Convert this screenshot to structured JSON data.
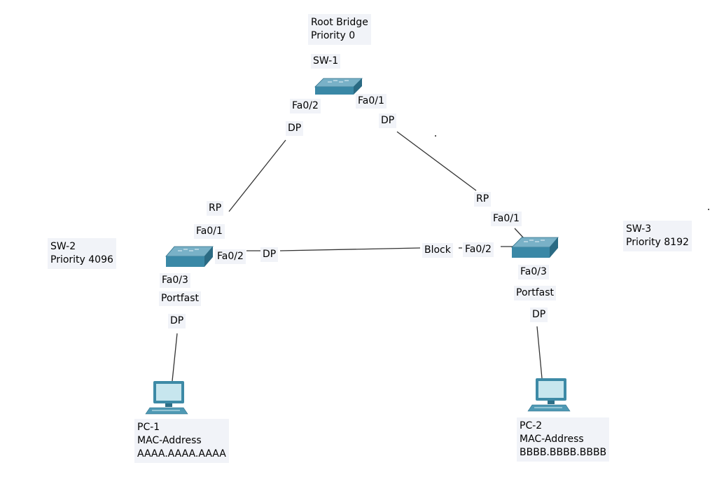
{
  "devices": {
    "sw1": {
      "name": "SW-1",
      "role": "Root Bridge",
      "priority": "Priority 0"
    },
    "sw2": {
      "name": "SW-2",
      "priority": "Priority 4096"
    },
    "sw3": {
      "name": "SW-3",
      "priority": "Priority 8192"
    },
    "pc1": {
      "name": "PC-1",
      "mac_label": "MAC-Address",
      "mac": "AAAA.AAAA.AAAA"
    },
    "pc2": {
      "name": "PC-2",
      "mac_label": "MAC-Address",
      "mac": "BBBB.BBBB.BBBB"
    }
  },
  "ports": {
    "sw1_fa02": "Fa0/2",
    "sw1_fa01": "Fa0/1",
    "sw2_fa01": "Fa0/1",
    "sw2_fa02": "Fa0/2",
    "sw2_fa03": "Fa0/3",
    "sw3_fa01": "Fa0/1",
    "sw3_fa02": "Fa0/2",
    "sw3_fa03": "Fa0/3"
  },
  "roles": {
    "sw1_fa02": "DP",
    "sw1_fa01": "DP",
    "sw2_fa01": "RP",
    "sw2_fa02": "DP",
    "sw2_fa03": "DP",
    "sw3_fa01": "RP",
    "sw3_fa02": "Block",
    "sw3_fa03": "DP"
  },
  "portfast": {
    "sw2": "Portfast",
    "sw3": "Portfast"
  },
  "colors": {
    "switch_top": "#6fa6bd",
    "switch_side": "#2f7590",
    "link": "#333333",
    "label_bg": "#f1f3f8",
    "pc_screen": "#b8dde6",
    "pc_body": "#3d8aa6"
  }
}
